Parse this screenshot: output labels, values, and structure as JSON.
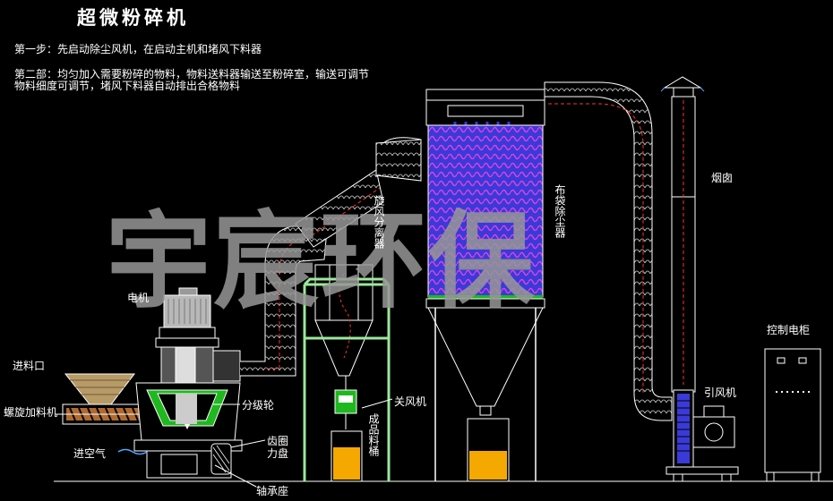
{
  "title": "超微粉碎机",
  "steps": [
    "第一步：先启动除尘风机，在启动主机和堵风下料器",
    "第二部：均匀加入需要粉碎的物料，物料送料器输送至粉碎室，输送可调节",
    "物料细度可调节，堵风下料器自动排出合格物料"
  ],
  "labels": {
    "feed_port": "进料口",
    "screw_feeder": "螺旋加料机",
    "air_inlet": "进空气",
    "motor": "电机",
    "classifier_wheel": "分级轮",
    "gear_ring": "齿圈",
    "force_plate": "力盘",
    "bearing_seat": "轴承座",
    "cyclone": "旋风分离器",
    "airlock": "关风机",
    "product_bucket": "成品料桶",
    "bag_filter": "布袋除尘器",
    "chimney": "烟囱",
    "induced_fan": "引风机",
    "control_cabinet": "控制电柜"
  },
  "watermark": "宇宸环保",
  "colors": {
    "background": "#000000",
    "line": "#ffffff",
    "frame_green": "#9be89b",
    "bucket_orange": "#f5a800",
    "filter_blue": "#3a3ad8",
    "filter_magenta": "#e040e0",
    "airflow_red": "#ff3030",
    "watermark": "#9a9a9a"
  }
}
